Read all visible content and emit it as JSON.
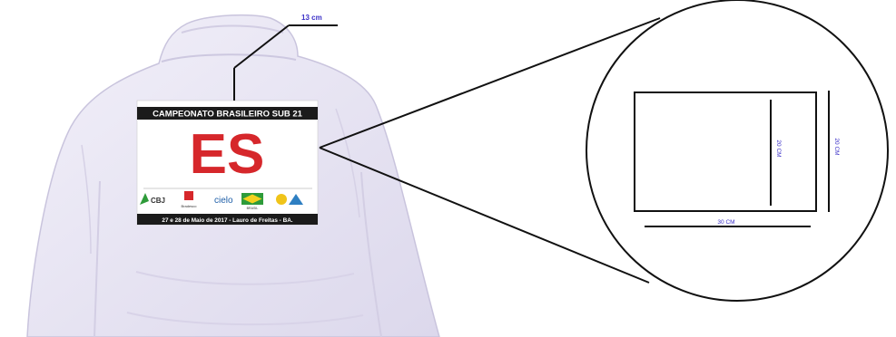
{
  "top_margin_label": "13 cm",
  "patch": {
    "title": "CAMPEONATO BRASILEIRO SUB 21",
    "state_code": "ES",
    "sponsors": [
      "CBJ",
      "Bradesco",
      "cielo",
      "BRASIL"
    ],
    "footer": "27 e 28 de Maio de 2017 - Lauro de Freitas - BA.",
    "colors": {
      "band": "#1b1b1b",
      "state_code": "#d6272b",
      "background": "#ffffff"
    }
  },
  "zoom": {
    "inner_height_label": "20 CM",
    "outer_height_label": "20 CM",
    "width_label": "30 CM",
    "label_color": "#3a2fc7"
  },
  "jacket_color": "#ebe8f5"
}
